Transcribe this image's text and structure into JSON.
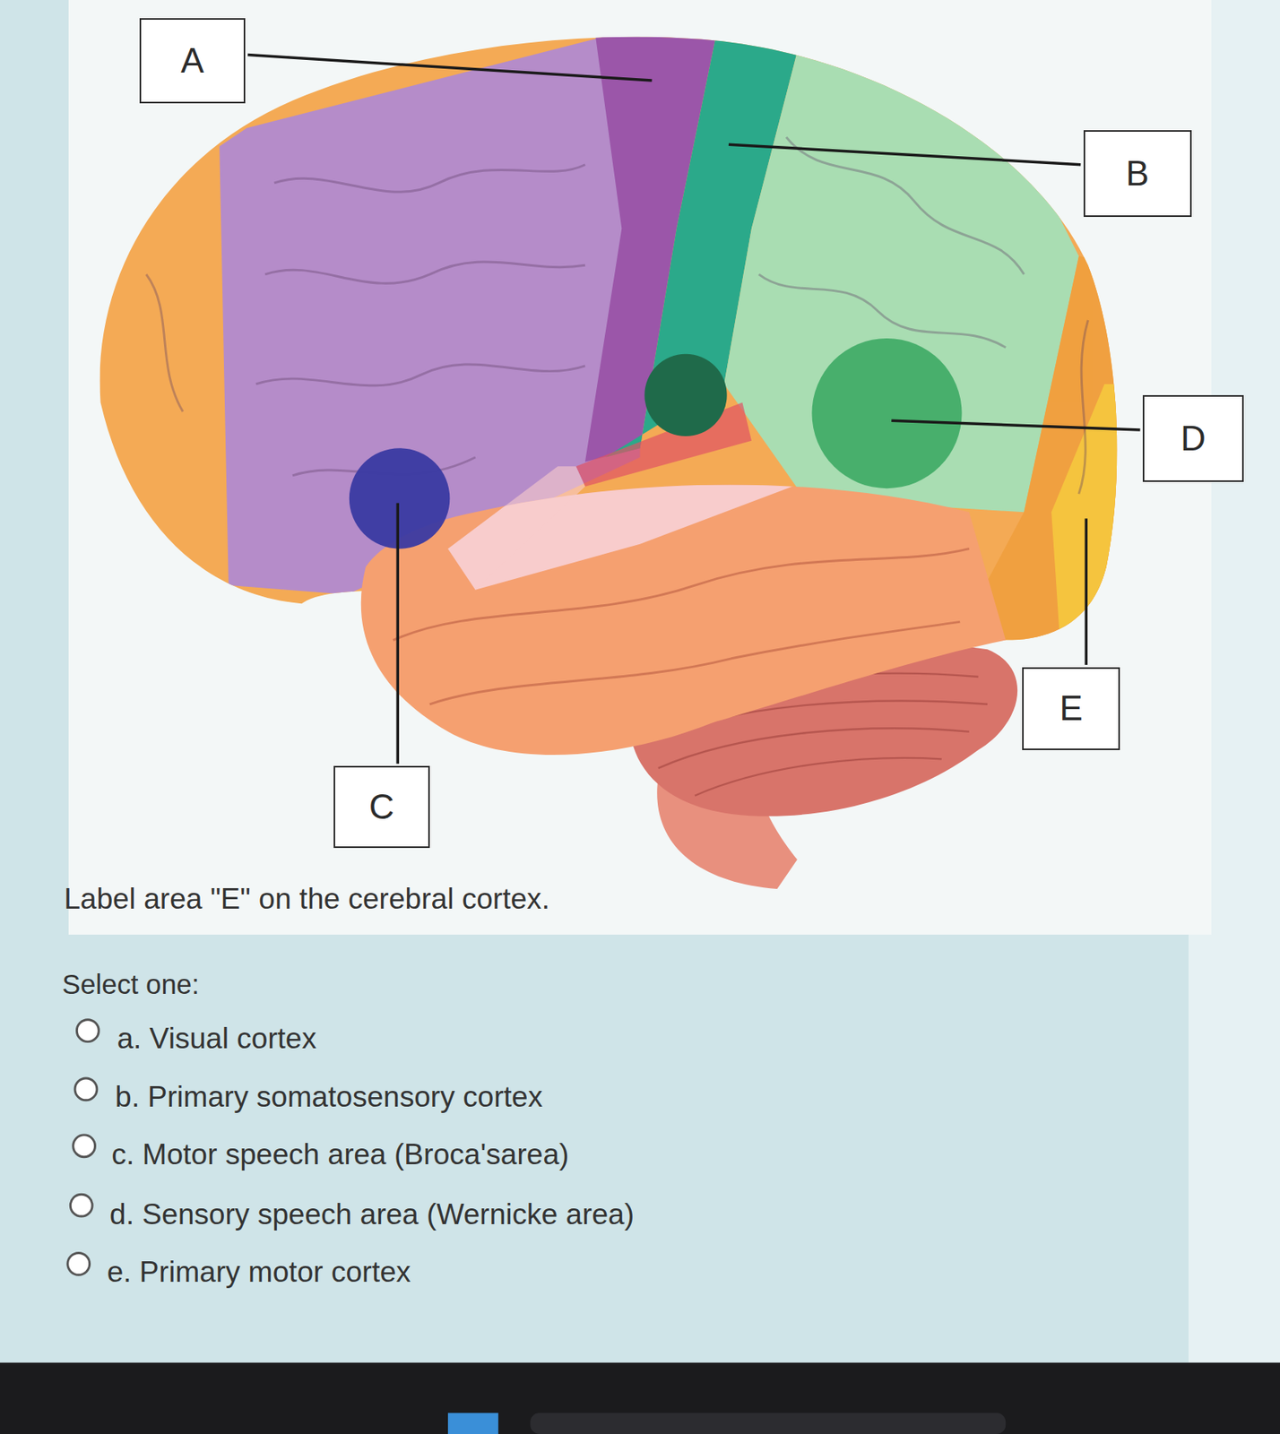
{
  "diagram": {
    "nodes": [
      {
        "text": [
          "A"
        ]
      },
      {
        "text": [
          "B"
        ]
      },
      {
        "text": [
          "D"
        ]
      },
      {
        "text": [
          "E"
        ]
      },
      {
        "text": [
          "C"
        ]
      }
    ],
    "labels": [
      "Label area \"E\" on the cerebral cortex.",
      "Select one:",
      "a. Visual cortex",
      "b. Primary somatosensory cortex",
      "c. Motor speech area (Broca'sarea)",
      "d. Sensory speech area (Wernicke area)",
      "e. Primary motor cortex"
    ]
  }
}
